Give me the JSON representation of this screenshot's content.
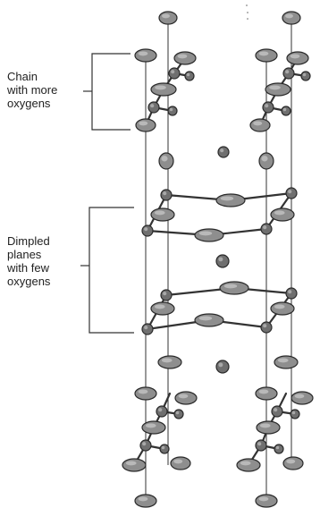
{
  "labels": {
    "chain": "Chain\nwith more\noxygens",
    "planes": "Dimpled\nplanes\nwith few\noxygens"
  },
  "colors": {
    "ink": "#222222",
    "bond": "#333333",
    "oxygen_fill": "#8e8e8e",
    "oxygen_stroke": "#2a2a2a",
    "metal_fill": "#6f6f6f",
    "background": "#ffffff"
  },
  "elements": [
    "oxygen-atom",
    "metal-atom",
    "bond"
  ]
}
